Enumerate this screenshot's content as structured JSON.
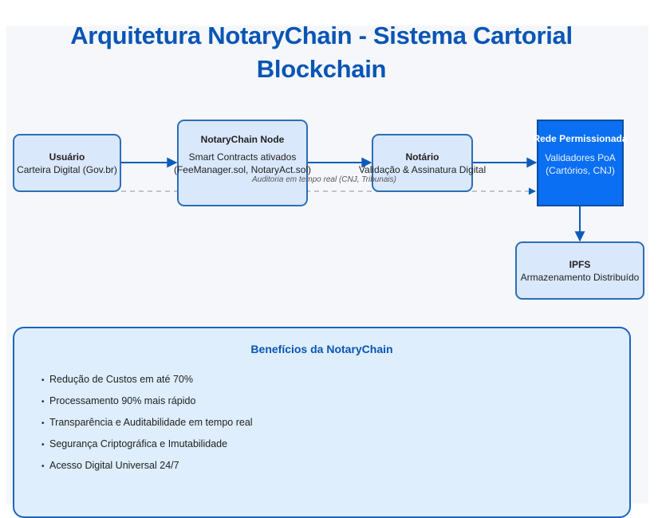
{
  "diagram": {
    "title": "Arquitetura NotaryChain - Sistema Cartorial Blockchain",
    "colors": {
      "title": "#0a55b5",
      "node_fill": "#dae8fc",
      "node_border": "#2d6db8",
      "highlight_fill": "#0a6ff2",
      "edge": "#0b5cb8",
      "dashed_edge": "#c0c4cc",
      "benefits_fill": "#deeefc"
    },
    "nodes": [
      {
        "id": "usuario",
        "name": "Usuário",
        "description": [
          "Carteira Digital (Gov.br)"
        ]
      },
      {
        "id": "node",
        "name": "NotaryChain Node",
        "description": [
          "Smart Contracts ativados",
          "(FeeManager.sol, NotaryAct.sol)"
        ]
      },
      {
        "id": "notario",
        "name": "Notário",
        "description": [
          "Validação & Assinatura Digital"
        ]
      },
      {
        "id": "rede",
        "name": "Rede Permissionada",
        "description": [
          "Validadores PoA",
          "(Cartórios, CNJ)"
        ],
        "highlighted": true
      },
      {
        "id": "ipfs",
        "name": "IPFS",
        "description": [
          "Armazenamento Distribuído"
        ]
      }
    ],
    "edges": [
      {
        "from": "usuario",
        "to": "node",
        "style": "solid"
      },
      {
        "from": "node",
        "to": "notario",
        "style": "solid"
      },
      {
        "from": "notario",
        "to": "rede",
        "style": "solid"
      },
      {
        "from": "rede",
        "to": "ipfs",
        "style": "solid"
      },
      {
        "from": "usuario",
        "to": "rede",
        "style": "dashed",
        "label": "Auditoria em tempo real (CNJ, Tribunais)"
      }
    ],
    "benefits": {
      "title": "Benefícios da NotaryChain",
      "bullet": "•",
      "items": [
        "Redução de Custos em até 70%",
        "Processamento 90% mais rápido",
        "Transparência e Auditabilidade em tempo real",
        "Segurança Criptográfica e Imutabilidade",
        "Acesso Digital Universal 24/7"
      ]
    }
  }
}
